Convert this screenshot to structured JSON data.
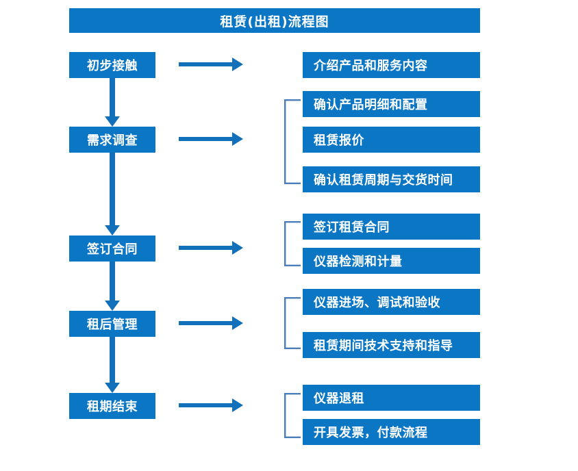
{
  "diagram": {
    "title": "租赁(出租)流程图",
    "accent_color": "#0b76c4",
    "bracket_color": "#4a7ebb",
    "arrow_color": "#1270ba",
    "text_color": "#ffffff",
    "background_color": "#ffffff"
  },
  "stages": [
    {
      "label": "初步接触"
    },
    {
      "label": "需求调查"
    },
    {
      "label": "签订合同"
    },
    {
      "label": "租后管理"
    },
    {
      "label": "租期结束"
    }
  ],
  "details": {
    "group1": [
      "介绍产品和服务内容"
    ],
    "group2": [
      "确认产品明细和配置",
      "租赁报价",
      "确认租赁周期与交货时间"
    ],
    "group3": [
      "签订租赁合同",
      "仪器检测和计量"
    ],
    "group4": [
      "仪器进场、调试和验收",
      "租赁期间技术支持和指导"
    ],
    "group5": [
      "仪器退租",
      "开具发票，付款流程"
    ]
  },
  "connectors": {
    "vertical_arrow_icon": "down-arrow-icon",
    "horizontal_arrow_icon": "right-arrow-icon",
    "bracket_icon": "left-bracket-icon"
  }
}
